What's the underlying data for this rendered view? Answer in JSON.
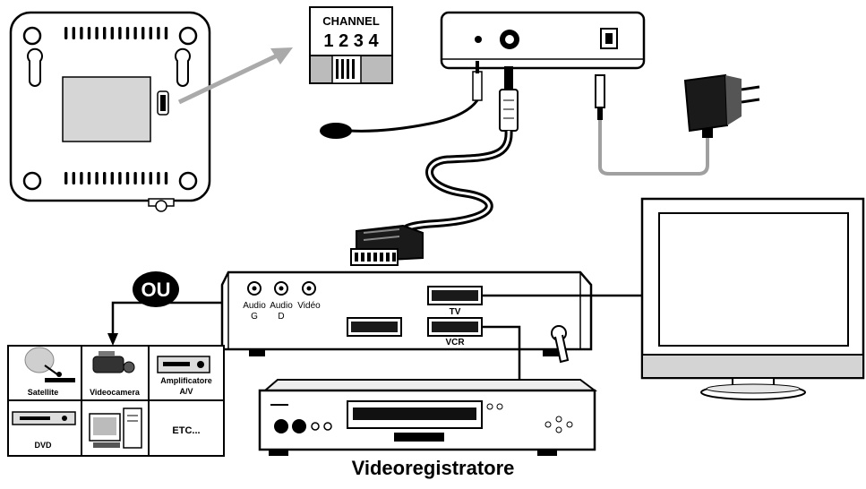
{
  "channel_box": {
    "title": "CHANNEL",
    "numbers": "1 2 3 4"
  },
  "ou_badge": "OU",
  "inputs": {
    "audio_g": "Audio G",
    "audio_d": "Audio D",
    "video": "Vidéo"
  },
  "ports": {
    "tv": "TV",
    "vcr": "VCR"
  },
  "sources": [
    {
      "label": "Satellite"
    },
    {
      "label": "Videocamera"
    },
    {
      "label": "Amplificatore A/V"
    },
    {
      "label": "DVD"
    },
    {
      "label": ""
    },
    {
      "label": "ETC..."
    }
  ],
  "caption": "Videoregistratore",
  "colors": {
    "line": "#000000",
    "cable_gray": "#a0a0a0",
    "device_gray": "#d8d8d8"
  }
}
